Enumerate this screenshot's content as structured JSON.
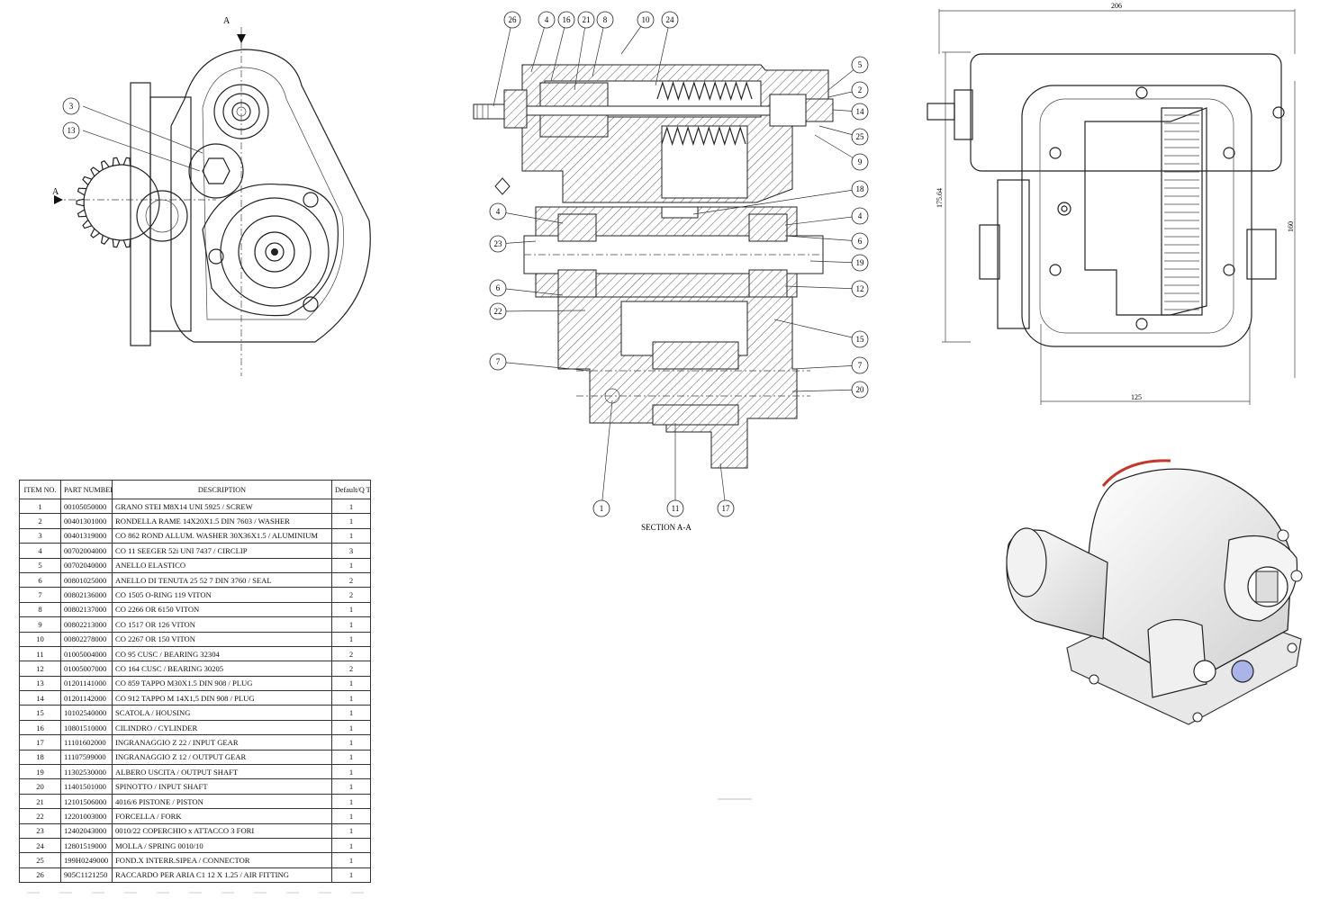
{
  "section_a": {
    "cut_letter": "A",
    "caption": "SECTION A-A"
  },
  "front_view": {
    "callouts": [
      "3",
      "13"
    ]
  },
  "section_callouts": {
    "top": [
      "26",
      "4",
      "16",
      "21",
      "8",
      "10",
      "24"
    ],
    "right": [
      "5",
      "2",
      "14",
      "25",
      "9",
      "18",
      "4",
      "6",
      "19",
      "12",
      "15",
      "7",
      "20"
    ],
    "left": [
      "4",
      "23",
      "6",
      "22",
      "7"
    ],
    "bottom": [
      "1",
      "11",
      "17"
    ]
  },
  "dimensions": {
    "width": "206",
    "height": "175.64",
    "bolt_spacing_h": "125",
    "bolt_spacing_v": "160"
  },
  "bom": {
    "headers": {
      "item": "ITEM NO.",
      "part": "PART NUMBER",
      "desc": "DESCRIPTION",
      "qty": "Default/Q TY."
    },
    "rows": [
      [
        "1",
        "00105050000",
        "GRANO STEI M8X14 UNI 5925 / SCREW",
        "1"
      ],
      [
        "2",
        "00401301000",
        "RONDELLA RAME 14X20X1.5 DIN 7603 / WASHER",
        "1"
      ],
      [
        "3",
        "00401319000",
        "CO 862 ROND ALLUM. WASHER 30X36X1.5 / ALUMINIUM",
        "1"
      ],
      [
        "4",
        "00702004000",
        "CO 11 SEEGER 52i UNI 7437 / CIRCLIP",
        "3"
      ],
      [
        "5",
        "00702040000",
        "ANELLO ELASTICO",
        "1"
      ],
      [
        "6",
        "00801025000",
        "ANELLO DI TENUTA 25 52 7 DIN 3760 /  SEAL",
        "2"
      ],
      [
        "7",
        "00802136000",
        "CO 1505 O-RING 119 VITON",
        "2"
      ],
      [
        "8",
        "00802137000",
        "CO 2266 OR 6150 VITON",
        "1"
      ],
      [
        "9",
        "00802213000",
        "CO 1517 OR 126 VITON",
        "1"
      ],
      [
        "10",
        "00802278000",
        "CO 2267 OR 150 VITON",
        "1"
      ],
      [
        "11",
        "01005004000",
        "CO 95   CUSC  / BEARING 32304",
        "2"
      ],
      [
        "12",
        "01005007000",
        "CO 164 CUSC / BEARING 30205",
        "2"
      ],
      [
        "13",
        "01201141000",
        "CO 859 TAPPO M30X1.5 DIN 908 / PLUG",
        "1"
      ],
      [
        "14",
        "01201142000",
        "CO 912 TAPPO M 14X1,5 DIN 908 / PLUG",
        "1"
      ],
      [
        "15",
        "10102540000",
        "SCATOLA / HOUSING",
        "1"
      ],
      [
        "16",
        "10801510000",
        "CILINDRO / CYLINDER",
        "1"
      ],
      [
        "17",
        "11101602000",
        "INGRANAGGIO Z 22 / INPUT GEAR",
        "1"
      ],
      [
        "18",
        "11107599000",
        "INGRANAGGIO Z 12  / OUTPUT GEAR",
        "1"
      ],
      [
        "19",
        "11302530000",
        "ALBERO USCITA / OUTPUT SHAFT",
        "1"
      ],
      [
        "20",
        "11401501000",
        "SPINOTTO / INPUT SHAFT",
        "1"
      ],
      [
        "21",
        "12101506000",
        "4016/6 PISTONE / PISTON",
        "1"
      ],
      [
        "22",
        "12201003000",
        "FORCELLA / FORK",
        "1"
      ],
      [
        "23",
        "12402043000",
        "0010/22  COPERCHIO x ATTACCO 3 FORI",
        "1"
      ],
      [
        "24",
        "12801519000",
        "MOLLA / SPRING 0010/10",
        "1"
      ],
      [
        "25",
        "199H0249000",
        "FOND.X INTERR.SIPEA / CONNECTOR",
        "1"
      ],
      [
        "26",
        "905C1121250",
        "RACCARDO PER ARIA C1 12 X 1.25 / AIR FITTING",
        "1"
      ]
    ]
  }
}
